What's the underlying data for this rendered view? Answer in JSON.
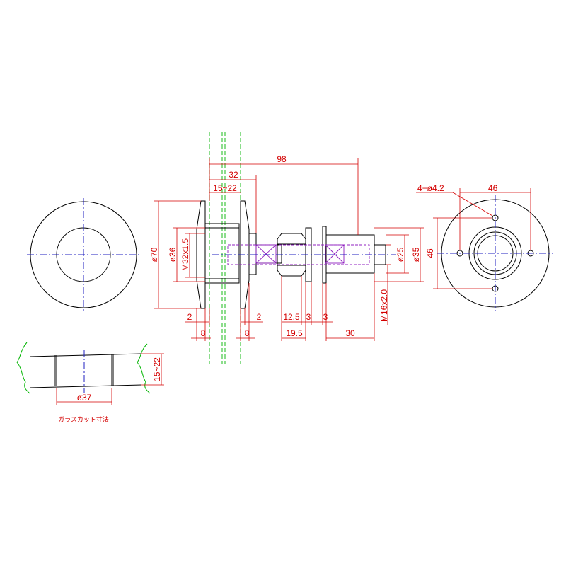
{
  "colors": {
    "outline": "#000000",
    "dimension": "#d40000",
    "glass_guide": "#00b400",
    "centerline": "#2020c0",
    "bolt": "#9020c0"
  },
  "dimensions": {
    "overall_length": "98",
    "fitting_width": "32",
    "glass_range_top": "15~22",
    "flange_dia": "ø70",
    "inner_dia": "ø36",
    "thread_main": "M32x1.5",
    "bolt_dia": "ø25",
    "sleeve_dia": "ø35",
    "side_height": "46",
    "bolt_thread": "M16x2.0",
    "washer_left": "2",
    "washer_right": "2",
    "flange_left": "8",
    "flange_right": "8",
    "nut_len": "12.5",
    "gap_a": "3",
    "gap_b": "3",
    "nut_total": "19.5",
    "sleeve_len": "30",
    "holes": "4−ø4.2",
    "hole_spacing": "46",
    "cutout_dia": "ø37",
    "glass_thickness": "15~22"
  },
  "labels": {
    "glass_cut_note": "ガラスカット寸法"
  }
}
